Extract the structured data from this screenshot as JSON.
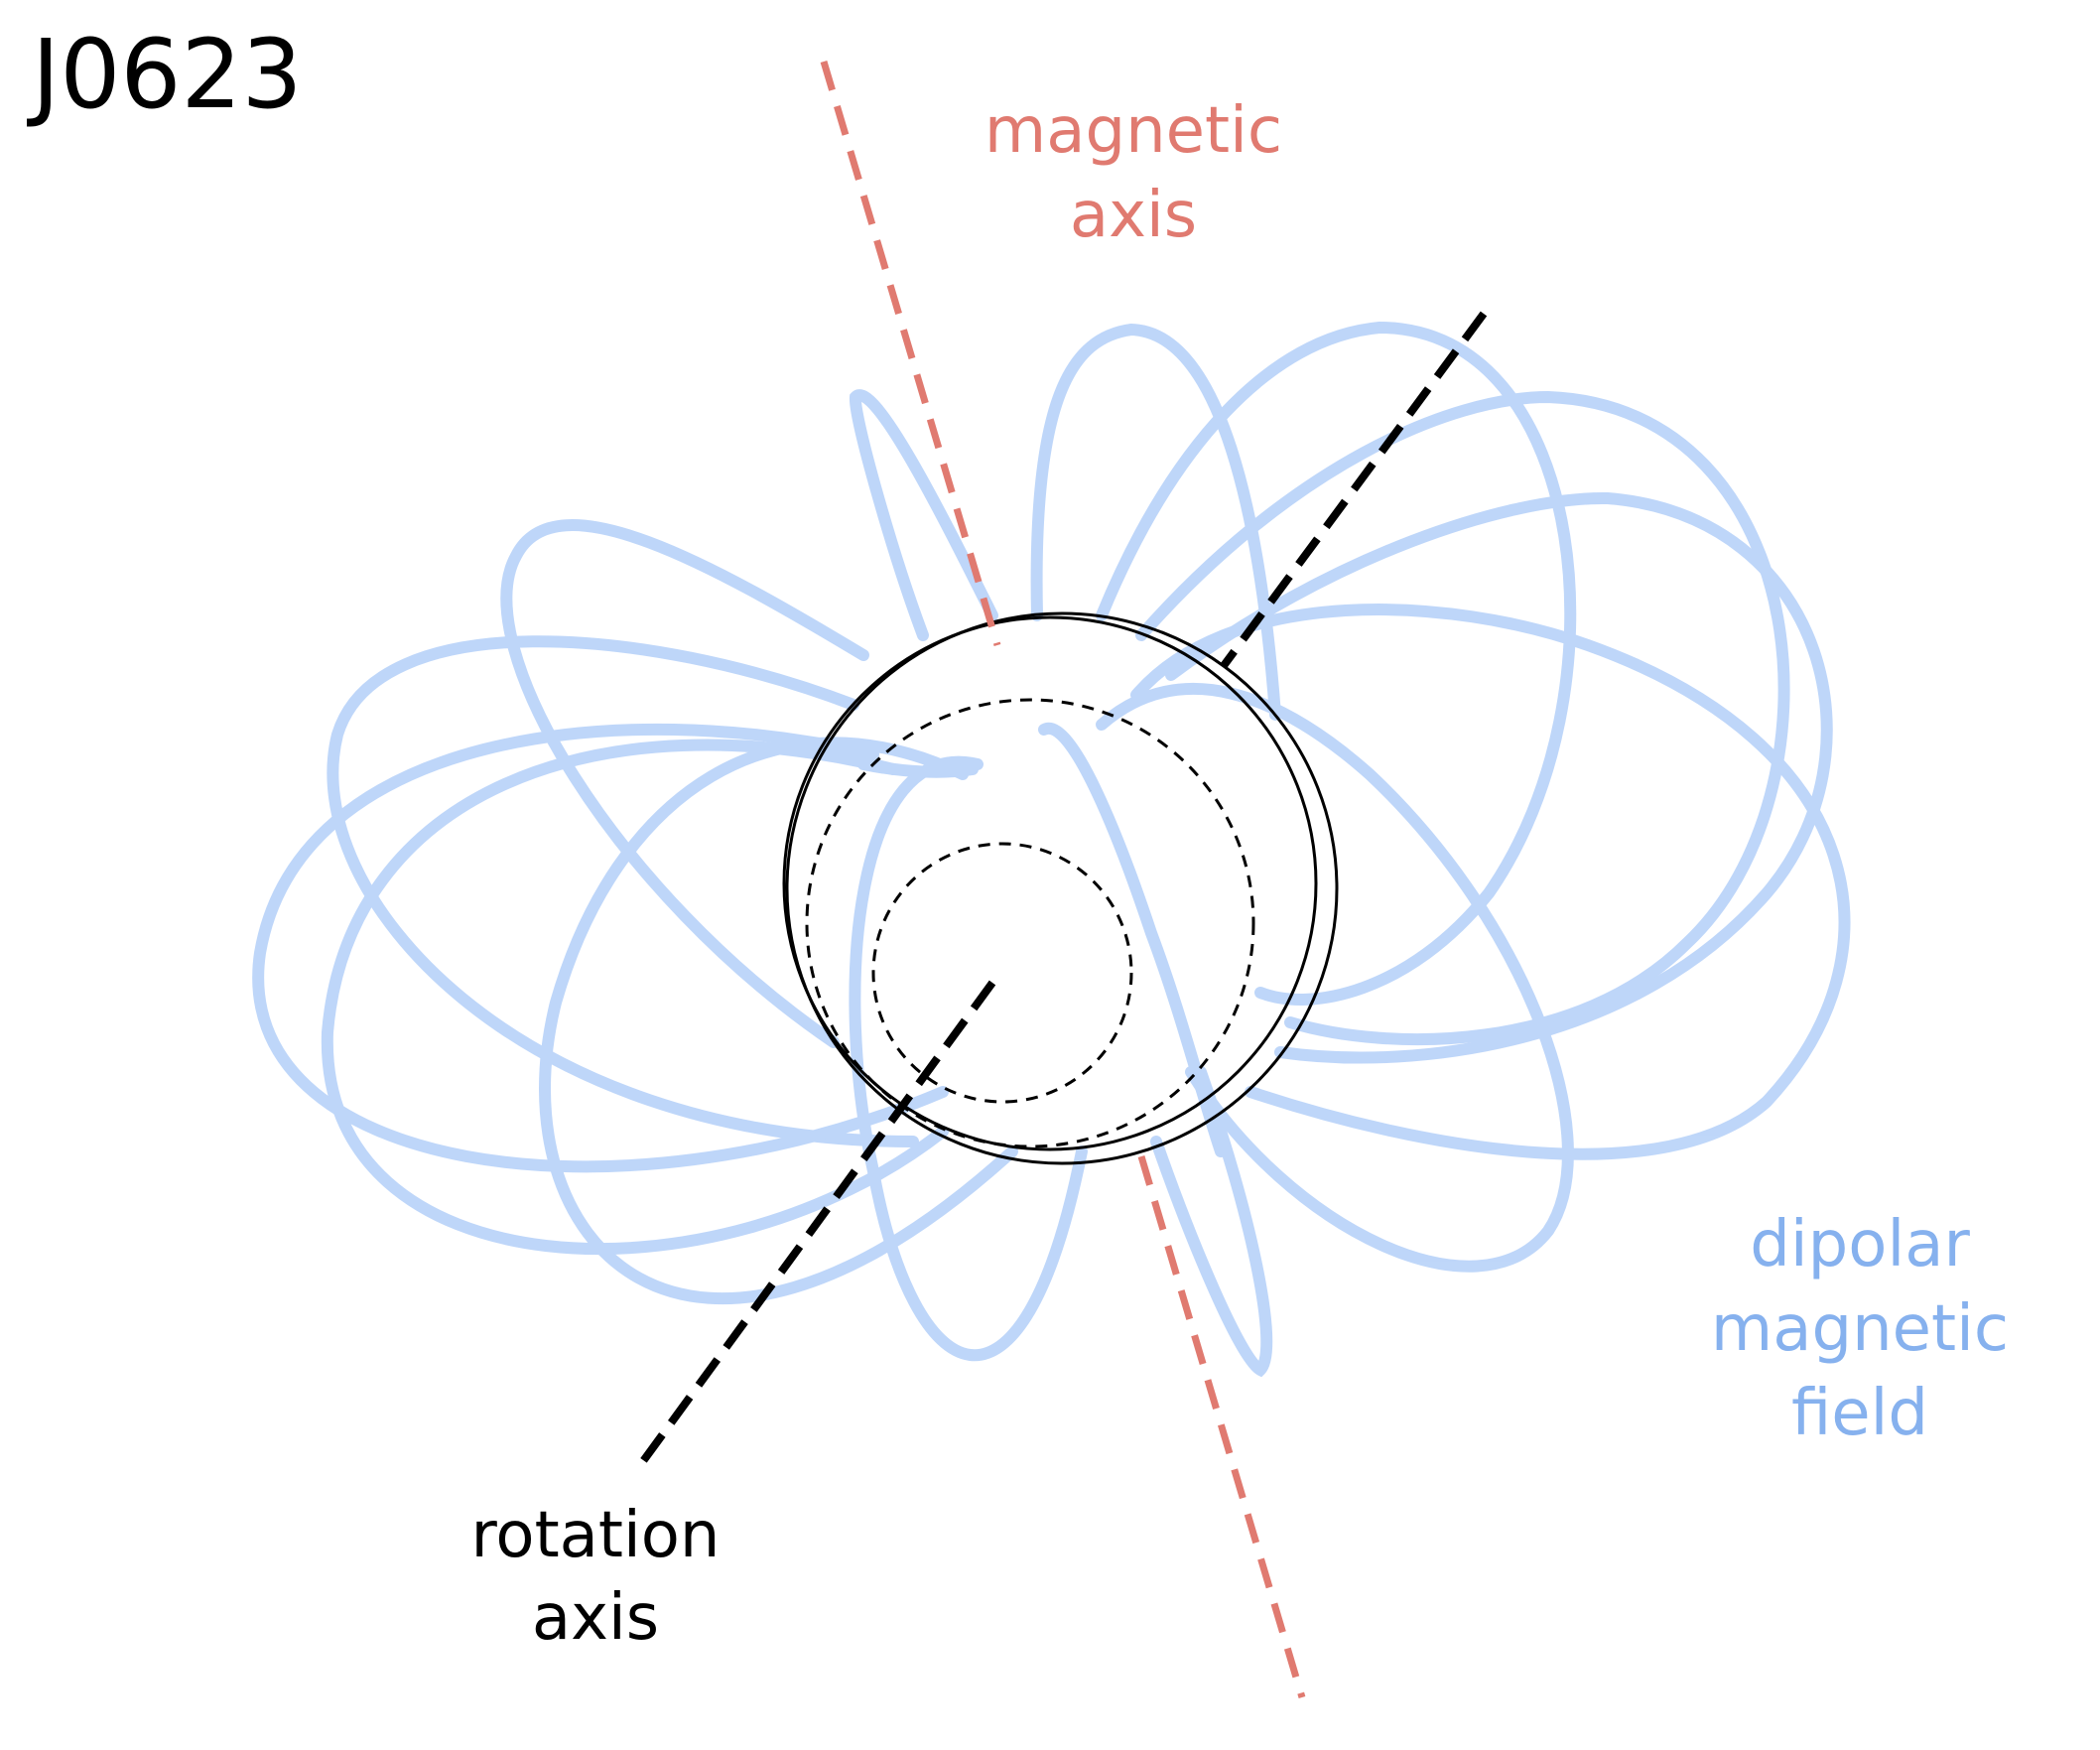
{
  "title": "J0623",
  "labels": {
    "magnetic_axis": [
      "magnetic",
      "axis"
    ],
    "rotation_axis": [
      "rotation",
      "axis"
    ],
    "dipolar_field": [
      "dipolar",
      "magnetic",
      "field"
    ]
  },
  "colors": {
    "magnetic_axis": "#e07a70",
    "field_lines": "#a9c9f7",
    "field_label": "#86b1ee",
    "rotation_axis": "#000000",
    "star": "#000000"
  }
}
